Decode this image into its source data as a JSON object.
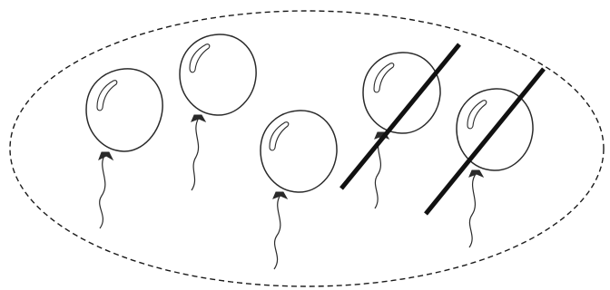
{
  "figure": {
    "colors": {
      "ink": "#2a2a2a",
      "cross_out": "#111111",
      "group_outline": "#1a1a1a",
      "background": "#ffffff"
    },
    "balloon_count": 5,
    "crossed_out_count": 2,
    "remaining_count": 3
  }
}
